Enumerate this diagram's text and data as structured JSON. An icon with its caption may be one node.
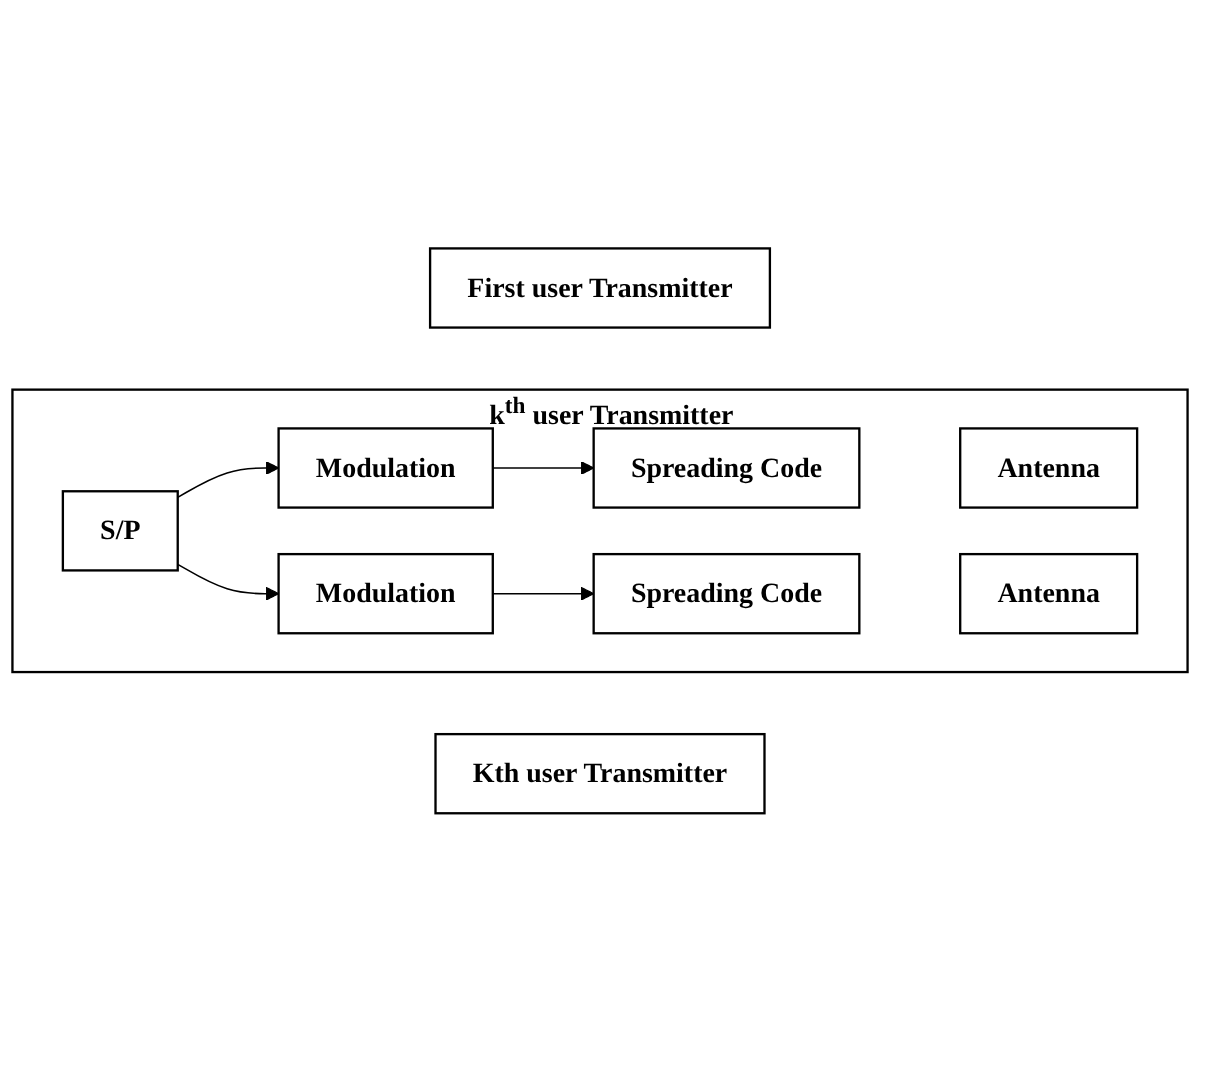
{
  "diagram": {
    "nodes": [
      {
        "text": [
          "First user Transmitter"
        ]
      },
      {
        "text": [
          "k$^{th}$ user Transmitter"
        ]
      },
      {
        "text": [
          "S/P"
        ],
        "in": 1
      },
      {
        "text": [
          "Modulation"
        ],
        "in": 1
      },
      {
        "text": [
          "Spreading Code"
        ],
        "in": 1
      },
      {
        "text": [
          "Antenna"
        ],
        "in": 1
      },
      {
        "text": [
          "Modulation"
        ],
        "in": 1
      },
      {
        "text": [
          "Spreading Code"
        ],
        "in": 1
      },
      {
        "text": [
          "Antenna"
        ],
        "in": 1
      },
      {
        "text": [
          "Kth user Transmitter"
        ]
      }
    ],
    "edges": [
      {
        "from": 2,
        "to": 3,
        "arrow": "to"
      },
      {
        "from": 2,
        "to": 6,
        "arrow": "to"
      },
      {
        "from": 3,
        "to": 4,
        "arrow": "to"
      },
      {
        "from": 6,
        "to": 7,
        "arrow": "to"
      }
    ]
  }
}
